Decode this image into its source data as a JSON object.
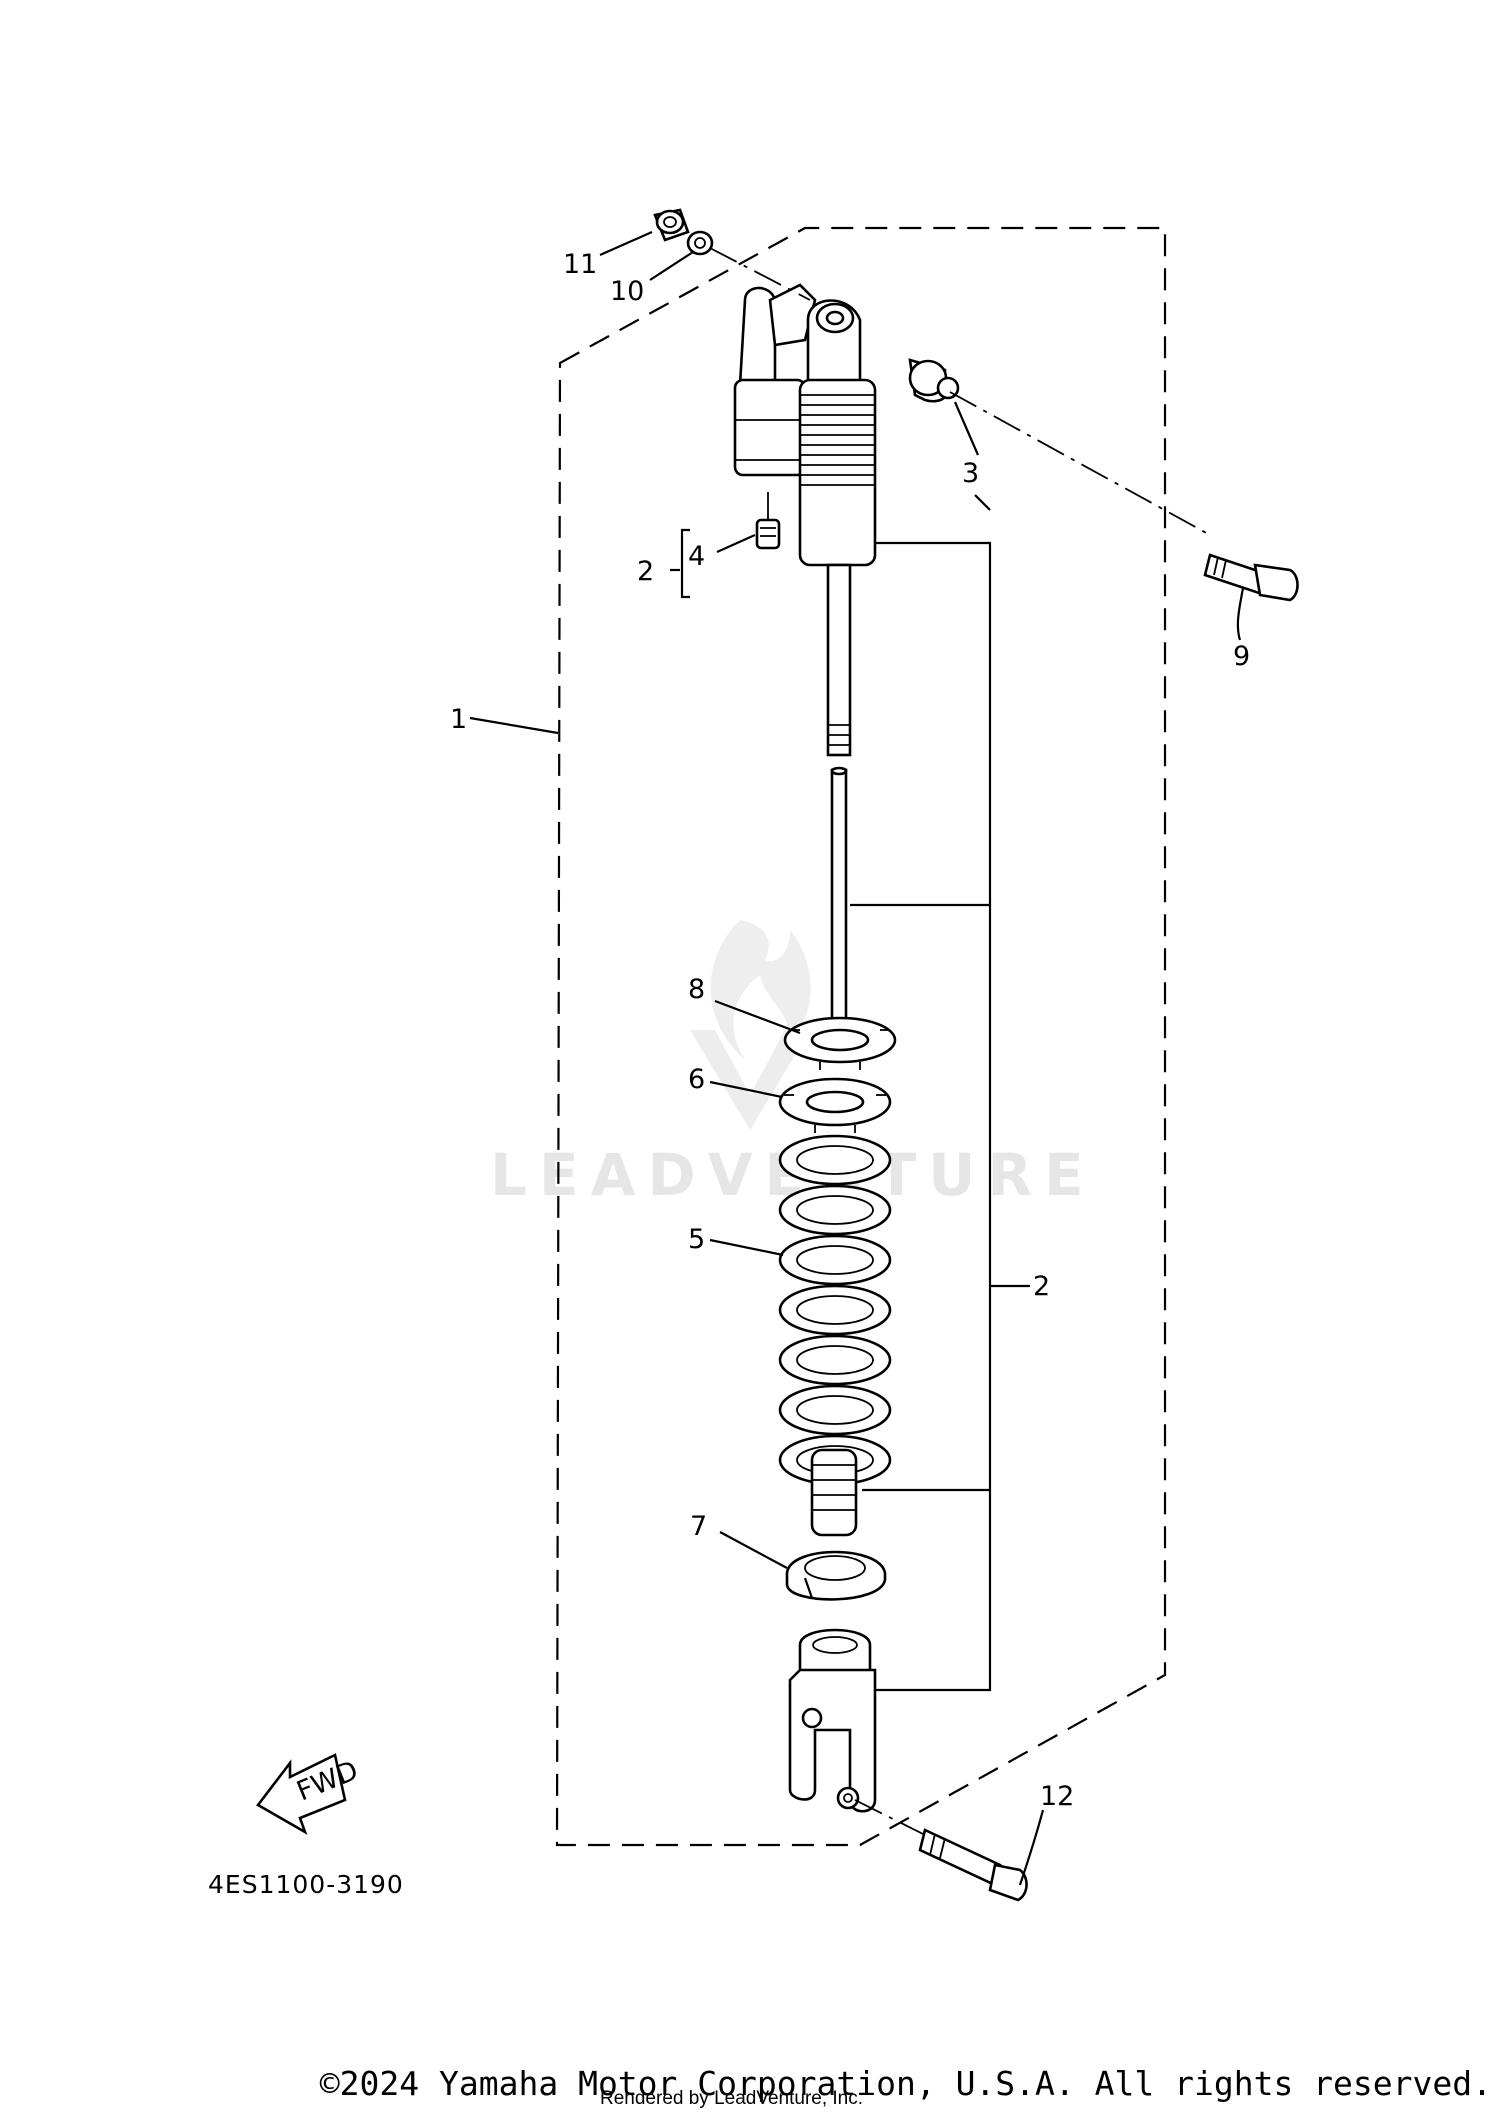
{
  "watermark": "LEADVENTURE",
  "callouts": {
    "c1": "1",
    "c2a": "2",
    "c2b": "2",
    "c3": "3",
    "c4": "4",
    "c5": "5",
    "c6": "6",
    "c7": "7",
    "c8": "8",
    "c9": "9",
    "c10": "10",
    "c11": "11",
    "c12": "12"
  },
  "fwd_label": "FWD",
  "diagram_code": "4ES1100-3190",
  "copyright": "©2024 Yamaha Motor Corporation, U.S.A. All rights reserved.",
  "rendered_by": "Rendered by LeadVenture, Inc."
}
